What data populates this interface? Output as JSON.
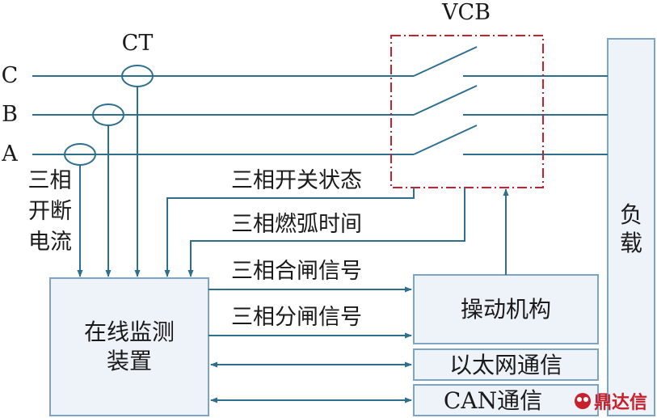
{
  "labels": {
    "vcb": "VCB",
    "ct": "CT",
    "phase_c": "C",
    "phase_b": "B",
    "phase_a": "A",
    "breaking_current": [
      "三",
      "相",
      "开断",
      "电流"
    ],
    "switch_state": "三相开关状态",
    "arc_time": "三相燃弧时间",
    "close_signal": "三相合闸信号",
    "open_signal": "三相分闸信号"
  },
  "boxes": {
    "load": [
      "负",
      "载"
    ],
    "monitor": [
      "在线监测",
      "装置"
    ],
    "actuator": "操动机构",
    "ethernet": "以太网通信",
    "can": "CAN通信"
  },
  "watermark": "鼎达信",
  "colors": {
    "wire": "#2e6f8e",
    "box_fill": "#eef3fa",
    "box_stroke": "#7da3c7",
    "vcb_border": "#c8202c",
    "watermark": "#c8202c"
  }
}
